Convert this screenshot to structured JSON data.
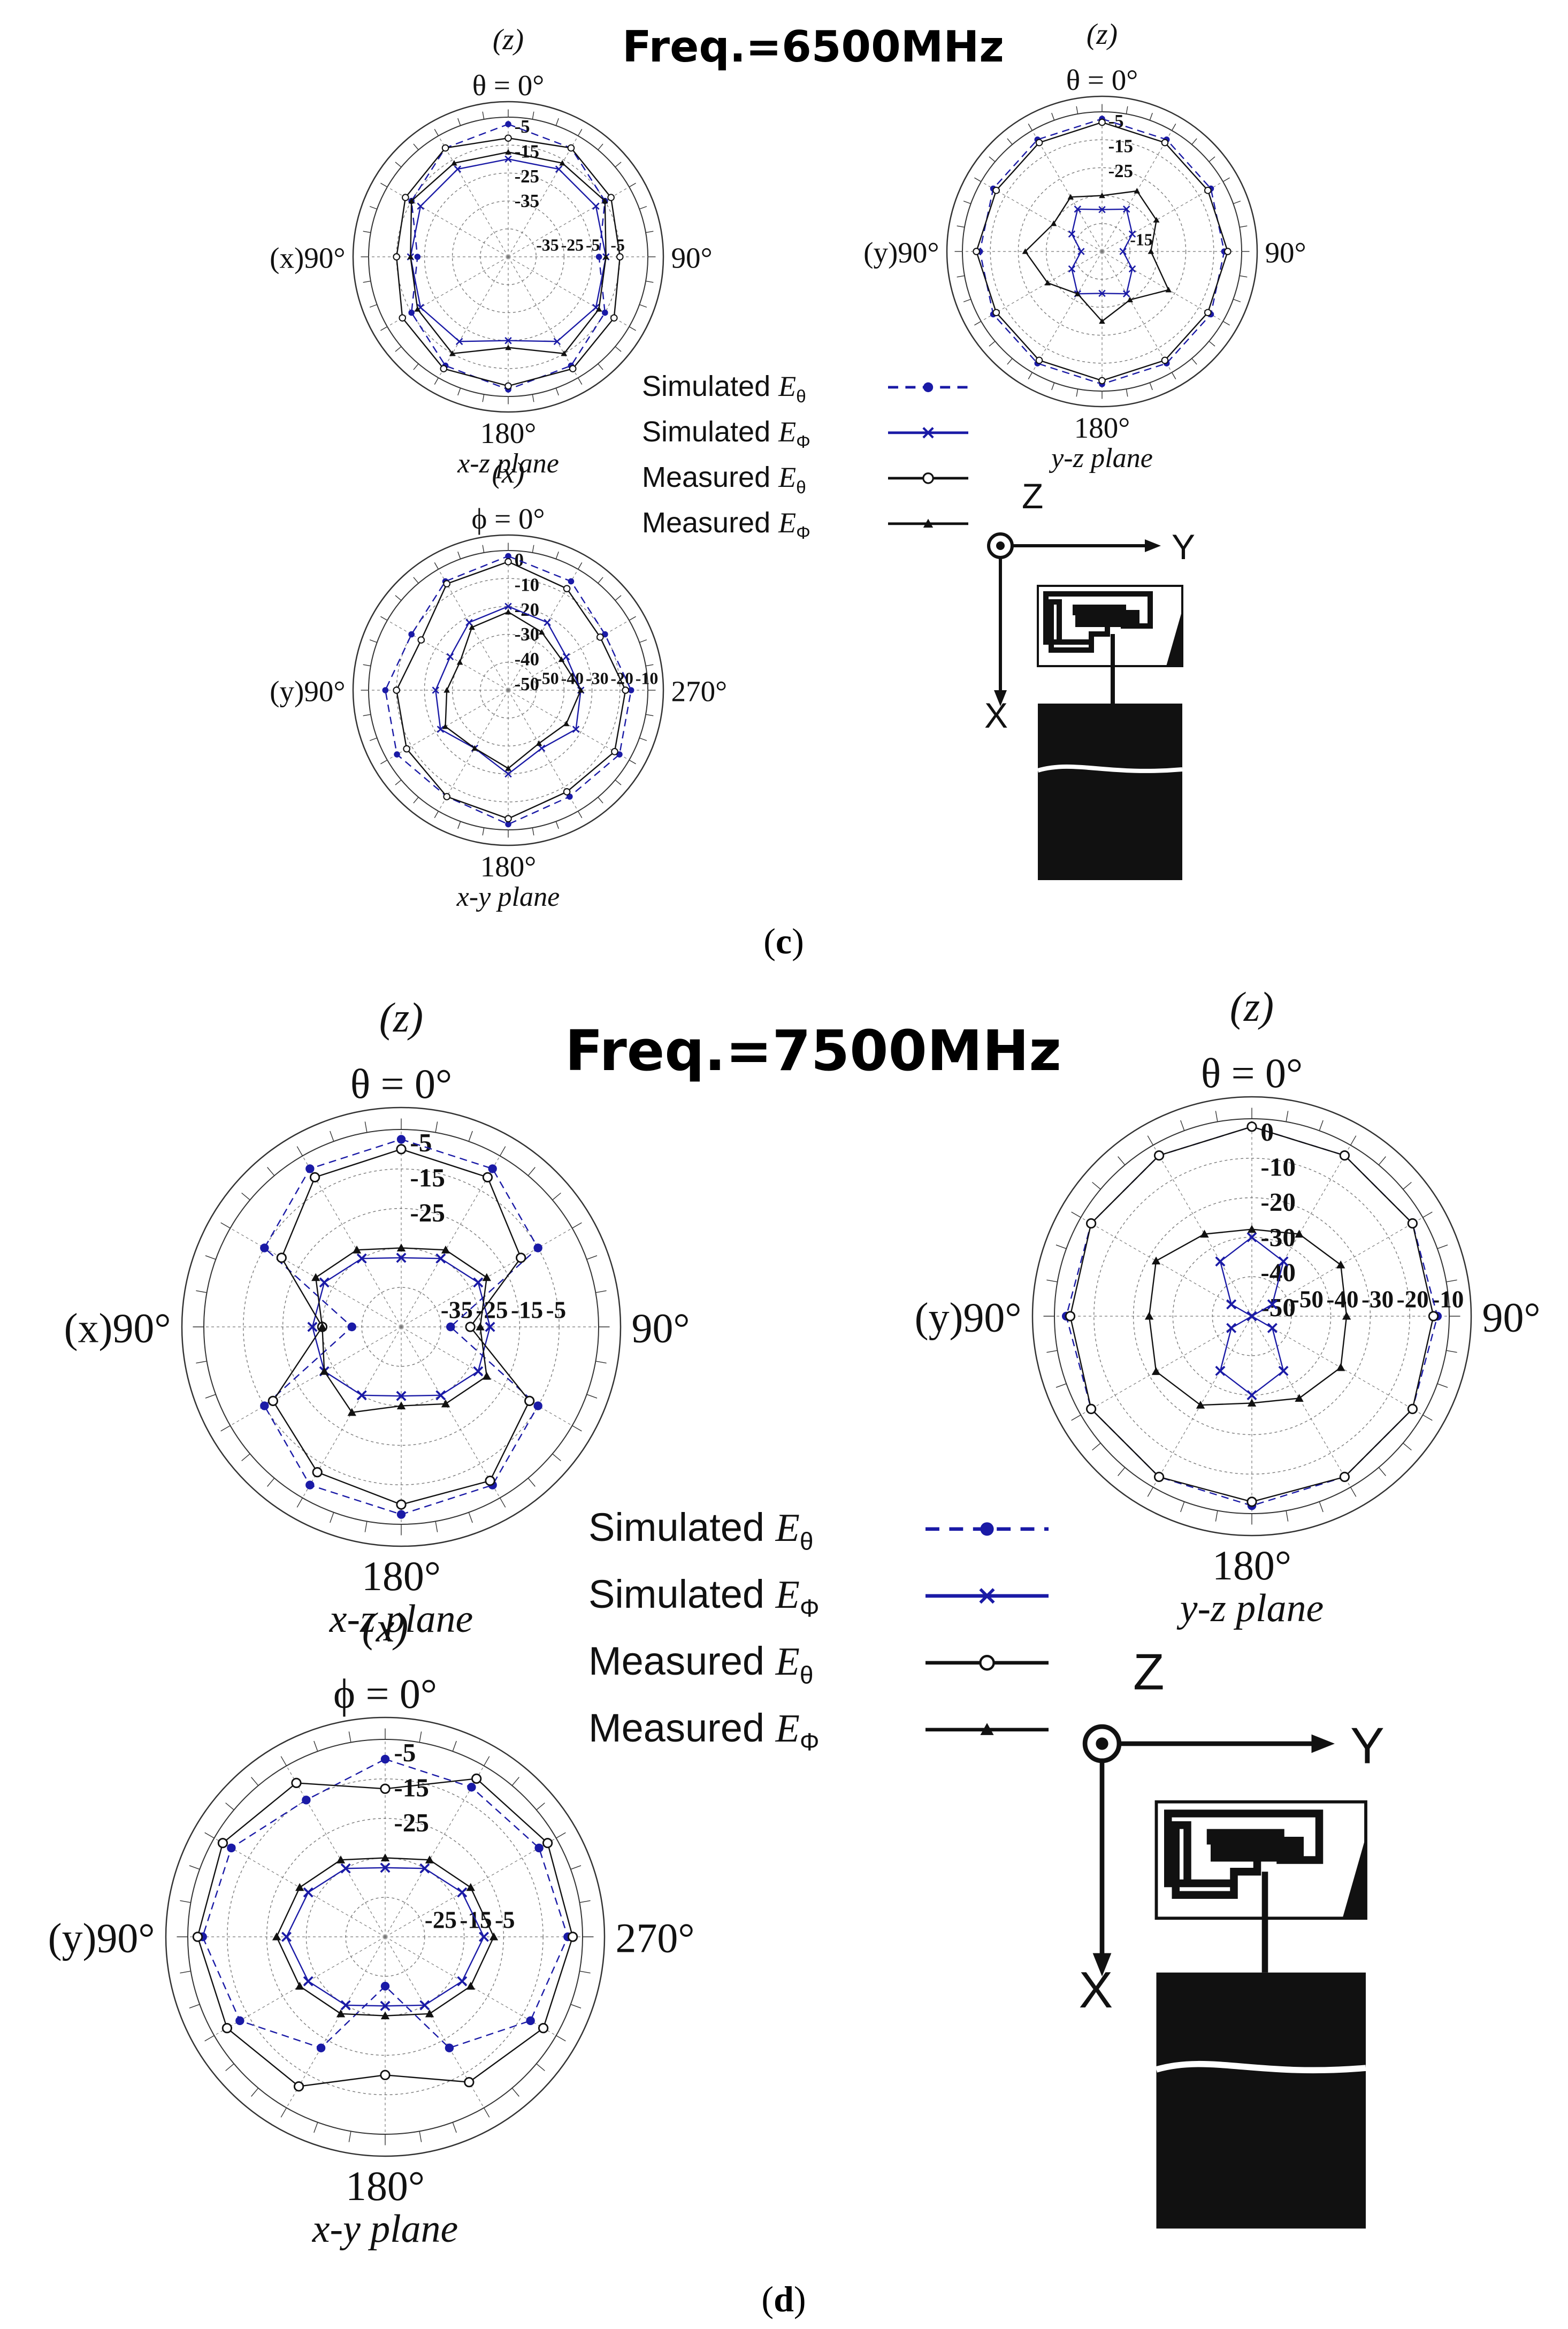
{
  "colors": {
    "simulated": "#1a1aa6",
    "measured": "#111111",
    "grid": "#777777",
    "background": "#ffffff"
  },
  "panels": [
    {
      "id": "c",
      "freq_title": "Freq.=6500MHz",
      "caption_label": "c",
      "legend": [
        {
          "text": "Simulated ",
          "sub": "θ"
        },
        {
          "text": "Simulated ",
          "sub": "Φ"
        },
        {
          "text": "Measured ",
          "sub": "θ"
        },
        {
          "text": "Measured ",
          "sub": "Φ"
        }
      ],
      "axes": {
        "z": "Z",
        "y": "Y",
        "x": "X"
      }
    },
    {
      "id": "d",
      "freq_title": "Freq.=7500MHz",
      "caption_label": "d",
      "legend": [
        {
          "text": "Simulated ",
          "sub": "θ"
        },
        {
          "text": "Simulated ",
          "sub": "Φ"
        },
        {
          "text": "Measured ",
          "sub": "θ"
        },
        {
          "text": "Measured ",
          "sub": "Φ"
        }
      ],
      "axes": {
        "z": "Z",
        "y": "Y",
        "x": "X"
      }
    }
  ],
  "chart_data": [
    {
      "type": "polar",
      "panel": "c",
      "plane_label": "x-z plane",
      "axis_name": "(z)",
      "zero_label": "θ = 0°",
      "left_label": "(x)90°",
      "right_label": "90°",
      "bottom_label": "180°",
      "rings": [
        "-5",
        "-15",
        "-25",
        "-35"
      ],
      "h_ticks": [
        "-35",
        "-25",
        "-5",
        "-5"
      ],
      "rlim": [
        -40,
        0
      ],
      "series": [
        {
          "name": "Simulated Eθ",
          "angles": [
            0,
            30,
            60,
            90,
            120,
            150,
            180,
            210,
            240,
            270,
            300,
            330
          ],
          "values": [
            -2,
            -4,
            -8,
            -14,
            -8,
            -4,
            -2,
            -4,
            -8,
            -14,
            -8,
            -4
          ]
        },
        {
          "name": "Simulated EΦ",
          "angles": [
            0,
            30,
            60,
            90,
            120,
            150,
            180,
            210,
            240,
            270,
            300,
            330
          ],
          "values": [
            -12,
            -11,
            -11,
            -12,
            -11,
            -12,
            -16,
            -12,
            -11,
            -12,
            -11,
            -11
          ]
        },
        {
          "name": "Measured Eθ",
          "angles": [
            0,
            30,
            60,
            90,
            120,
            150,
            180,
            210,
            240,
            270,
            300,
            330
          ],
          "values": [
            -6,
            -4,
            -6,
            -8,
            -5,
            -3,
            -3,
            -3,
            -5,
            -8,
            -6,
            -4
          ]
        },
        {
          "name": "Measured EΦ",
          "angles": [
            0,
            30,
            60,
            90,
            120,
            150,
            180,
            210,
            240,
            270,
            300,
            330
          ],
          "values": [
            -10,
            -9,
            -8,
            -12,
            -10,
            -8,
            -14,
            -8,
            -10,
            -12,
            -8,
            -9
          ]
        }
      ]
    },
    {
      "type": "polar",
      "panel": "c",
      "plane_label": "y-z plane",
      "axis_name": "(z)",
      "zero_label": "θ = 0°",
      "left_label": "(y)90°",
      "right_label": "90°",
      "bottom_label": "180°",
      "rings": [
        "-5",
        "-15",
        "-25"
      ],
      "h_ticks": [
        "-15"
      ],
      "rlim": [
        -40,
        0
      ],
      "series": [
        {
          "name": "Simulated Eθ",
          "angles": [
            0,
            30,
            60,
            90,
            120,
            150,
            180,
            210,
            240,
            270,
            300,
            330
          ],
          "values": [
            -2,
            -3,
            -4,
            -5,
            -4,
            -3,
            -2,
            -3,
            -4,
            -5,
            -4,
            -3
          ]
        },
        {
          "name": "Simulated EΦ",
          "angles": [
            0,
            30,
            60,
            90,
            120,
            150,
            180,
            210,
            240,
            270,
            300,
            330
          ],
          "values": [
            -28,
            -26,
            -30,
            -34,
            -30,
            -26,
            -28,
            -26,
            -30,
            -34,
            -30,
            -26
          ]
        },
        {
          "name": "Measured Eθ",
          "angles": [
            0,
            30,
            60,
            90,
            120,
            150,
            180,
            210,
            240,
            270,
            300,
            330
          ],
          "values": [
            -3,
            -4,
            -5,
            -4,
            -5,
            -4,
            -3,
            -4,
            -5,
            -4,
            -5,
            -4
          ]
        },
        {
          "name": "Measured EΦ",
          "angles": [
            0,
            30,
            60,
            90,
            120,
            150,
            180,
            210,
            240,
            270,
            300,
            330
          ],
          "values": [
            -24,
            -20,
            -22,
            -26,
            -18,
            -24,
            -20,
            -26,
            -22,
            -18,
            -24,
            -22
          ]
        }
      ]
    },
    {
      "type": "polar",
      "panel": "c",
      "plane_label": "x-y plane",
      "axis_name": "(x)",
      "zero_label": "ϕ = 0°",
      "left_label": "(y)90°",
      "right_label": "270°",
      "bottom_label": "180°",
      "rings": [
        "0",
        "-10",
        "-20",
        "-30",
        "-40",
        "-50"
      ],
      "h_ticks": [
        "-50",
        "-40",
        "-30",
        "-20",
        "-10"
      ],
      "rlim": [
        -50,
        0
      ],
      "series": [
        {
          "name": "Simulated Eθ",
          "angles": [
            0,
            30,
            60,
            90,
            120,
            150,
            180,
            210,
            240,
            270,
            300,
            330
          ],
          "values": [
            -2,
            -5,
            -10,
            -6,
            -4,
            -6,
            -2,
            -6,
            -4,
            -6,
            -10,
            -5
          ]
        },
        {
          "name": "Simulated EΦ",
          "angles": [
            0,
            30,
            60,
            90,
            120,
            150,
            180,
            210,
            240,
            270,
            300,
            330
          ],
          "values": [
            -20,
            -22,
            -26,
            -24,
            -22,
            -26,
            -20,
            -26,
            -22,
            -24,
            -26,
            -22
          ]
        },
        {
          "name": "Measured Eθ",
          "angles": [
            0,
            30,
            60,
            90,
            120,
            150,
            180,
            210,
            240,
            270,
            300,
            330
          ],
          "values": [
            -4,
            -8,
            -12,
            -8,
            -6,
            -8,
            -4,
            -6,
            -8,
            -10,
            -14,
            -6
          ]
        },
        {
          "name": "Measured EΦ",
          "angles": [
            0,
            30,
            60,
            90,
            120,
            150,
            180,
            210,
            240,
            270,
            300,
            330
          ],
          "values": [
            -22,
            -26,
            -28,
            -24,
            -26,
            -28,
            -22,
            -26,
            -24,
            -28,
            -30,
            -24
          ]
        }
      ]
    },
    {
      "type": "polar",
      "panel": "d",
      "plane_label": "x-z plane",
      "axis_name": "(z)",
      "zero_label": "θ = 0°",
      "left_label": "(x)90°",
      "right_label": "90°",
      "bottom_label": "180°",
      "rings": [
        "-5",
        "-15",
        "-25"
      ],
      "h_ticks": [
        "-35",
        "-25",
        "-15",
        "-5"
      ],
      "rlim": [
        -40,
        0
      ],
      "series": [
        {
          "name": "Simulated Eθ",
          "angles": [
            0,
            30,
            60,
            90,
            120,
            150,
            180,
            210,
            240,
            270,
            300,
            330
          ],
          "values": [
            -2,
            -3,
            -8,
            -30,
            -8,
            -3,
            -2,
            -3,
            -8,
            -30,
            -8,
            -3
          ]
        },
        {
          "name": "Simulated EΦ",
          "angles": [
            0,
            30,
            60,
            90,
            120,
            150,
            180,
            210,
            240,
            270,
            300,
            330
          ],
          "values": [
            -26,
            -24,
            -22,
            -22,
            -22,
            -24,
            -26,
            -24,
            -22,
            -22,
            -22,
            -24
          ]
        },
        {
          "name": "Measured Eθ",
          "angles": [
            0,
            30,
            60,
            90,
            120,
            150,
            180,
            210,
            240,
            270,
            300,
            330
          ],
          "values": [
            -4,
            -5,
            -12,
            -26,
            -10,
            -4,
            -4,
            -6,
            -10,
            -24,
            -12,
            -5
          ]
        },
        {
          "name": "Measured EΦ",
          "angles": [
            0,
            30,
            60,
            90,
            120,
            150,
            180,
            210,
            240,
            270,
            300,
            330
          ],
          "values": [
            -24,
            -22,
            -20,
            -24,
            -20,
            -22,
            -24,
            -20,
            -22,
            -24,
            -20,
            -22
          ]
        }
      ]
    },
    {
      "type": "polar",
      "panel": "d",
      "plane_label": "y-z plane",
      "axis_name": "(z)",
      "zero_label": "θ = 0°",
      "left_label": "(y)90°",
      "right_label": "90°",
      "bottom_label": "180°",
      "rings": [
        "0",
        "-10",
        "-20",
        "-30",
        "-40",
        "-50"
      ],
      "h_ticks": [
        "-50",
        "-40",
        "-30",
        "-20",
        "-10"
      ],
      "rlim": [
        -50,
        0
      ],
      "series": [
        {
          "name": "Simulated Eθ",
          "angles": [
            0,
            30,
            60,
            90,
            120,
            150,
            180,
            210,
            240,
            270,
            300,
            330
          ],
          "values": [
            -2,
            -3,
            -3,
            -3,
            -3,
            -3,
            -2,
            -3,
            -3,
            -3,
            -3,
            -3
          ]
        },
        {
          "name": "Simulated EΦ",
          "angles": [
            0,
            30,
            60,
            90,
            120,
            150,
            180,
            210,
            240,
            270,
            300,
            330
          ],
          "values": [
            -30,
            -34,
            -44,
            -50,
            -44,
            -34,
            -30,
            -34,
            -44,
            -50,
            -44,
            -34
          ]
        },
        {
          "name": "Measured Eθ",
          "angles": [
            0,
            30,
            60,
            90,
            120,
            150,
            180,
            210,
            240,
            270,
            300,
            330
          ],
          "values": [
            -2,
            -3,
            -3,
            -4,
            -3,
            -3,
            -3,
            -3,
            -3,
            -4,
            -3,
            -3
          ]
        },
        {
          "name": "Measured EΦ",
          "angles": [
            0,
            30,
            60,
            90,
            120,
            150,
            180,
            210,
            240,
            270,
            300,
            330
          ],
          "values": [
            -28,
            -26,
            -24,
            -26,
            -24,
            -26,
            -28,
            -24,
            -22,
            -24,
            -22,
            -26
          ]
        }
      ]
    },
    {
      "type": "polar",
      "panel": "d",
      "plane_label": "x-y plane",
      "axis_name": "(x)",
      "zero_label": "ϕ = 0°",
      "left_label": "(y)90°",
      "right_label": "270°",
      "bottom_label": "180°",
      "rings": [
        "-5",
        "-15",
        "-25"
      ],
      "h_ticks": [
        "-25",
        "-15",
        "-5"
      ],
      "rlim": [
        -40,
        0
      ],
      "series": [
        {
          "name": "Simulated Eθ",
          "angles": [
            0,
            30,
            60,
            90,
            120,
            150,
            180,
            210,
            240,
            270,
            300,
            330
          ],
          "values": [
            -4,
            -5,
            -4,
            -3,
            -6,
            -14,
            -30,
            -14,
            -6,
            -3,
            -4,
            -8
          ]
        },
        {
          "name": "Simulated EΦ",
          "angles": [
            0,
            30,
            60,
            90,
            120,
            150,
            180,
            210,
            240,
            270,
            300,
            330
          ],
          "values": [
            -26,
            -24,
            -22,
            -20,
            -22,
            -24,
            -26,
            -24,
            -22,
            -20,
            -22,
            -24
          ]
        },
        {
          "name": "Measured Eθ",
          "angles": [
            0,
            30,
            60,
            90,
            120,
            150,
            180,
            210,
            240,
            270,
            300,
            330
          ],
          "values": [
            -10,
            -3,
            -2,
            -2,
            -3,
            -6,
            -12,
            -5,
            -3,
            -2,
            -2,
            -4
          ]
        },
        {
          "name": "Measured EΦ",
          "angles": [
            0,
            30,
            60,
            90,
            120,
            150,
            180,
            210,
            240,
            270,
            300,
            330
          ],
          "values": [
            -24,
            -22,
            -20,
            -18,
            -20,
            -22,
            -24,
            -22,
            -20,
            -18,
            -20,
            -22
          ]
        }
      ]
    }
  ]
}
